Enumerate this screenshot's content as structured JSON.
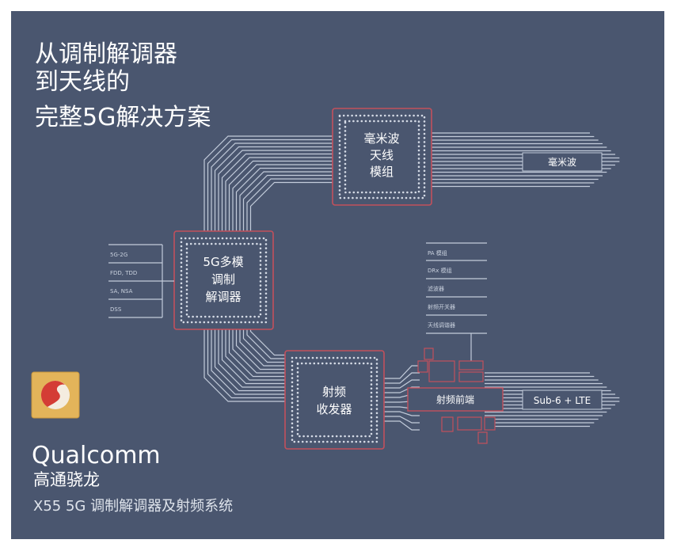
{
  "colors": {
    "background": "#4a566f",
    "chip_border": "#c2505c",
    "wire": "#c3ccdb",
    "logo_gold": "#e3b45a",
    "logo_red": "#d43c35"
  },
  "title": {
    "line1": "从调制解调器",
    "line2": "到天线的",
    "line3": "完整5G解决方案"
  },
  "mmwave_module": {
    "line1": "毫米波",
    "line2": "天线",
    "line3": "模组"
  },
  "mmwave_output_label": "毫米波",
  "modem": {
    "line1": "5G多模",
    "line2": "调制",
    "line3": "解调器"
  },
  "modem_features": [
    "5G-2G",
    "FDD, TDD",
    "SA, NSA",
    "DSS"
  ],
  "transceiver": {
    "line1": "射频",
    "line2": "收发器"
  },
  "rf_front_end": "射频前端",
  "rf_front_end_parts": [
    "PA 模组",
    "DRx 模组",
    "滤波器",
    "射频开关器",
    "天线调谐器"
  ],
  "sub6_output_label": "Sub-6 + LTE",
  "brand": {
    "logo_name": "Snapdragon",
    "wordmark": "Qualcomm",
    "cn_name": "高通骁龙",
    "product": "X55 5G 调制解调器及射频系统"
  }
}
